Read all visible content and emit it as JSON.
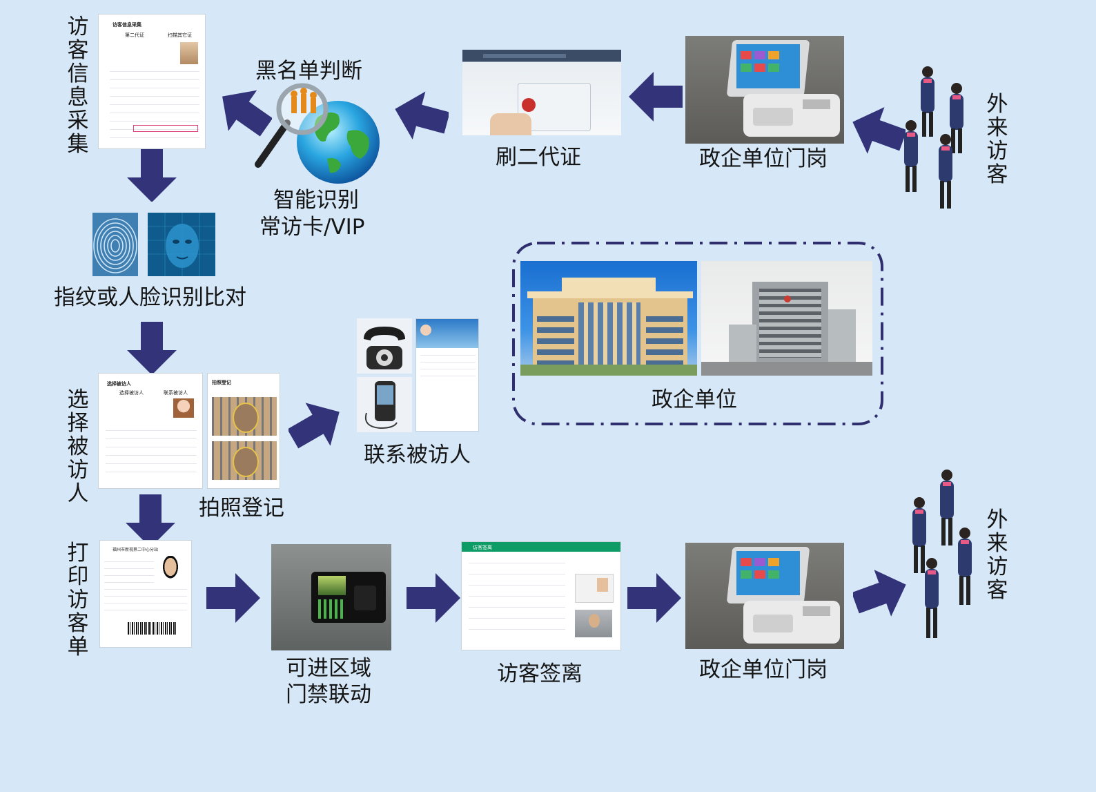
{
  "labels": {
    "visitor_info": "访客信息采集",
    "blacklist": "黑名单判断",
    "smart_id_line1": "智能识别",
    "smart_id_line2": "常访卡/VIP",
    "swipe_id": "刷二代证",
    "gate_top": "政企单位门岗",
    "outside_top": "外来访客",
    "biometric": "指纹或人脸识别比对",
    "units": "政企单位",
    "select_host": "选择被访人",
    "photo": "拍照登记",
    "contact": "联系被访人",
    "print_slip": "打印访客单",
    "access_line1": "可进区域",
    "access_line2": "门禁联动",
    "signout": "访客签离",
    "gate_bottom": "政企单位门岗",
    "outside_bottom": "外来访客"
  },
  "screens": {
    "info_form_title": "访客信息采集",
    "info_tab1": "第二代证",
    "info_tab2": "扫描其它证",
    "host_form_title": "选择被访人",
    "host_tab1": "选择被访人",
    "host_tab2": "联系被访人",
    "photo_panel_title": "拍照登记",
    "slip_header": "福州市新视界二中心分站",
    "signout_title": "访客签离"
  },
  "colors": {
    "background": "#d6e8f8",
    "arrow": "#33337a",
    "dash_border": "#2f2f6e",
    "accent_green": "#0d9b66"
  }
}
